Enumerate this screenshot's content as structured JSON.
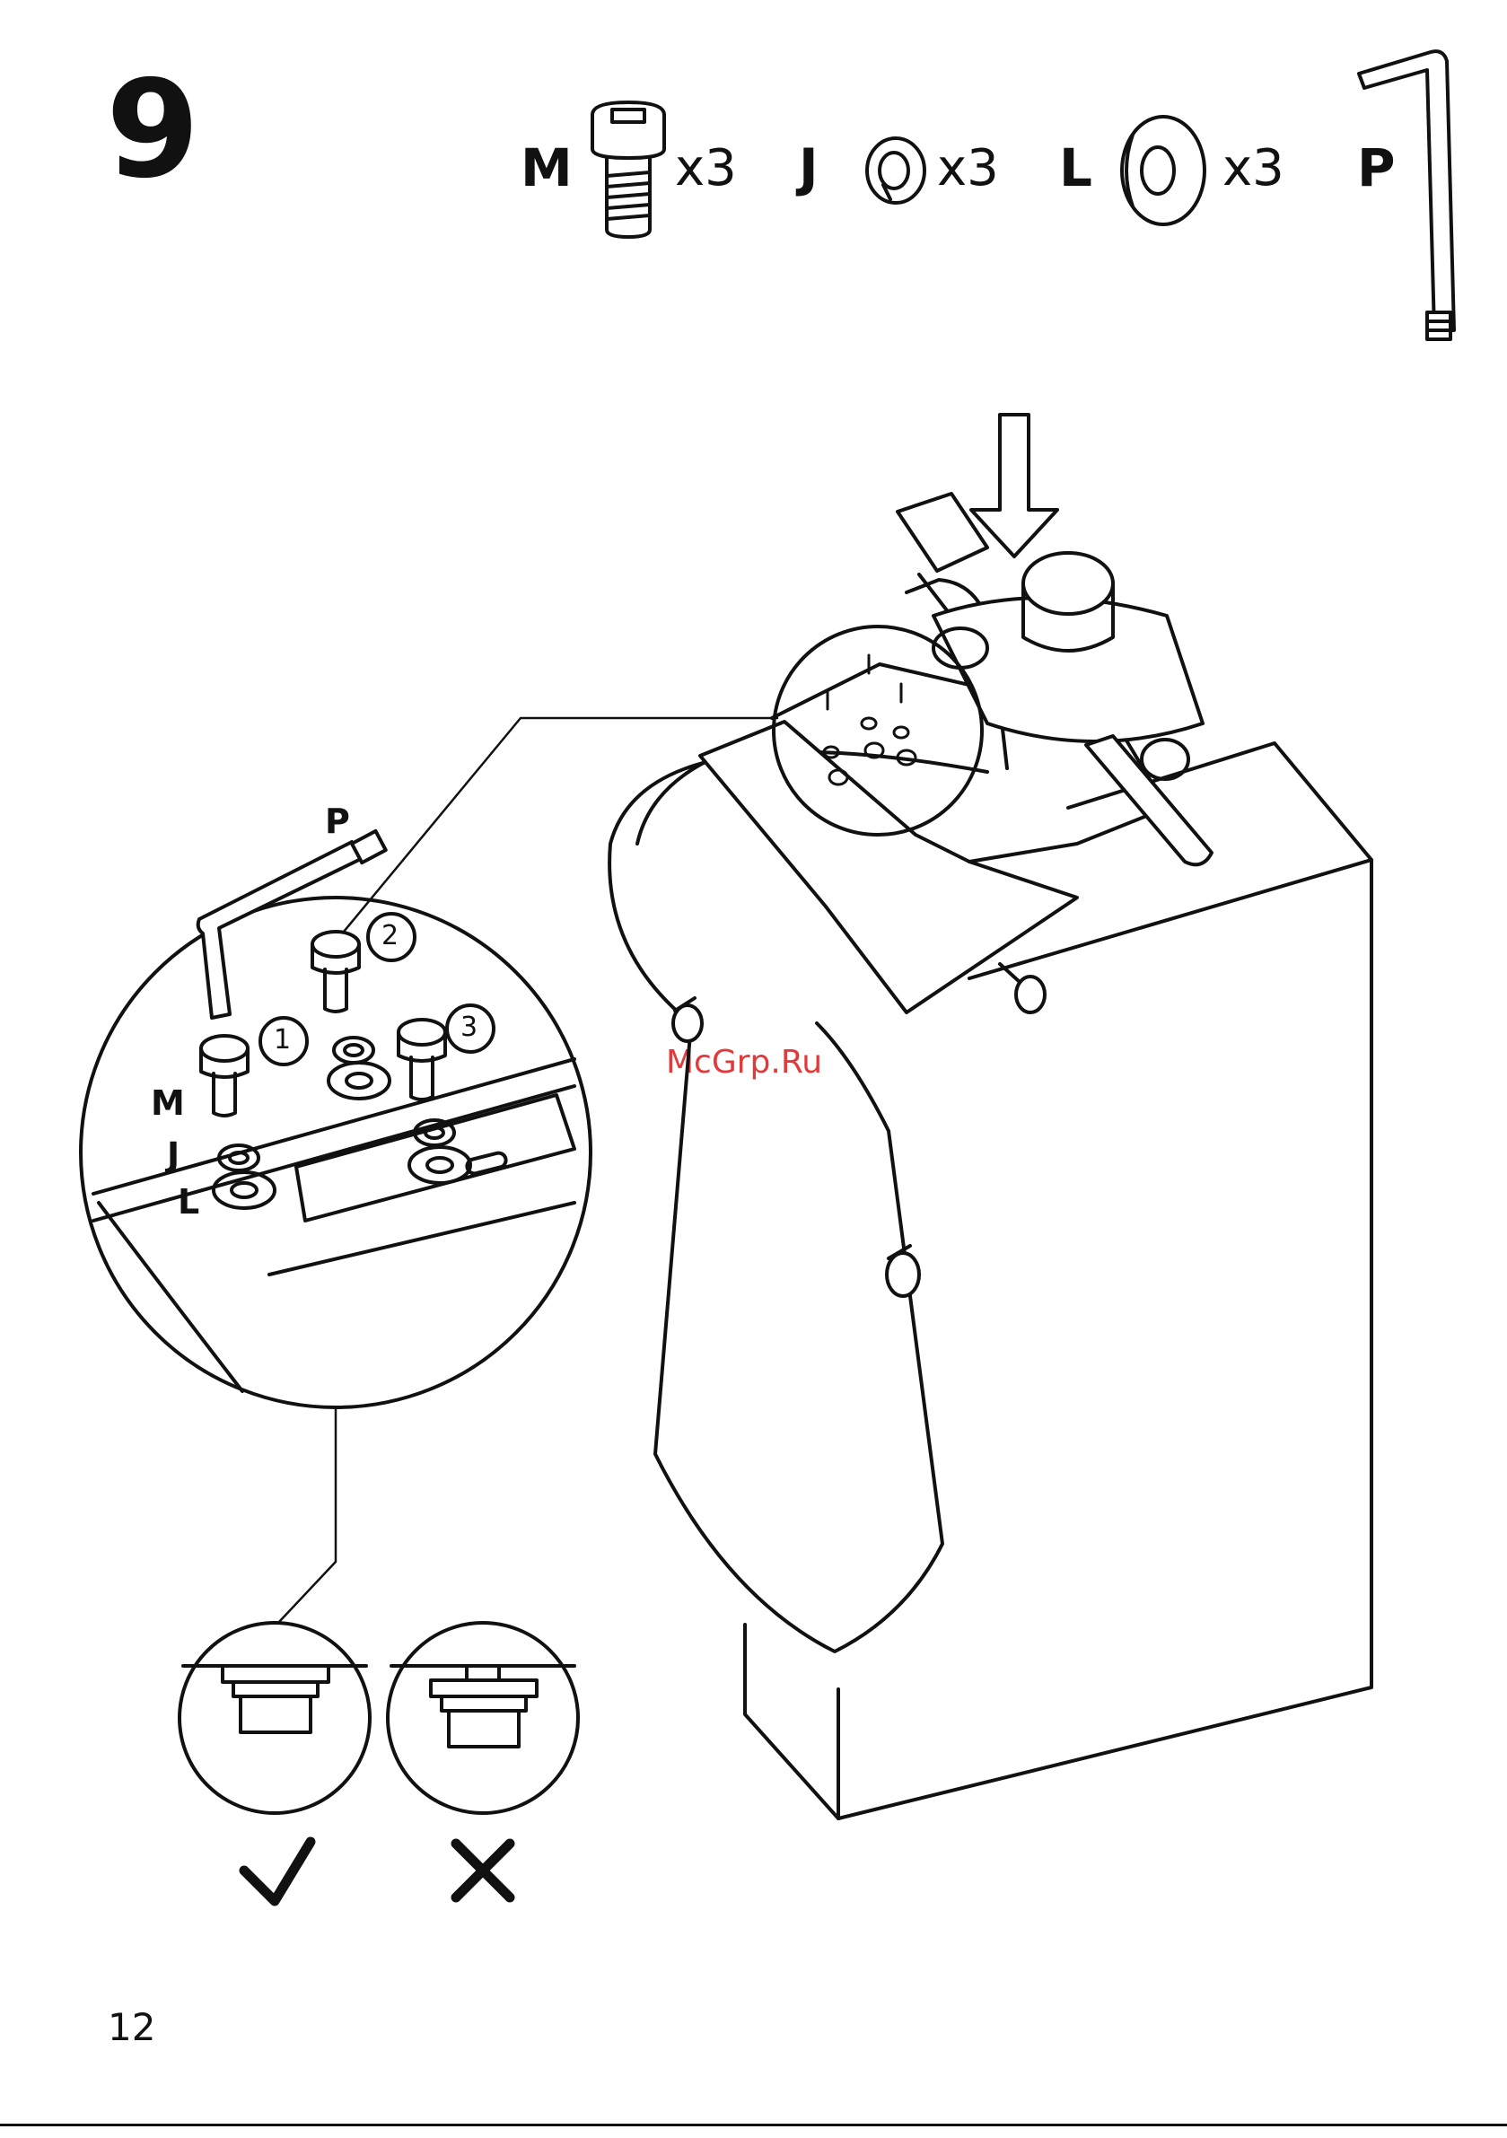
{
  "step": {
    "number": "9"
  },
  "parts": [
    {
      "letter": "M",
      "name": "screw",
      "qty": "x3"
    },
    {
      "letter": "J",
      "name": "spring-washer",
      "qty": "x3"
    },
    {
      "letter": "L",
      "name": "flat-washer",
      "qty": "x3"
    },
    {
      "letter": "P",
      "name": "allen-key",
      "qty": ""
    }
  ],
  "detail": {
    "tool_label": "P",
    "stack_labels": [
      "M",
      "J",
      "L"
    ],
    "order_steps": [
      "1",
      "2",
      "3"
    ]
  },
  "check": {
    "correct": "✓",
    "incorrect": "✕"
  },
  "watermark": "McGrp.Ru",
  "page": {
    "number": "12"
  },
  "icons": [
    "screw-icon",
    "spring-washer-icon",
    "flat-washer-icon",
    "allen-key-icon",
    "down-arrow-icon",
    "checkmark-icon",
    "cross-icon"
  ]
}
